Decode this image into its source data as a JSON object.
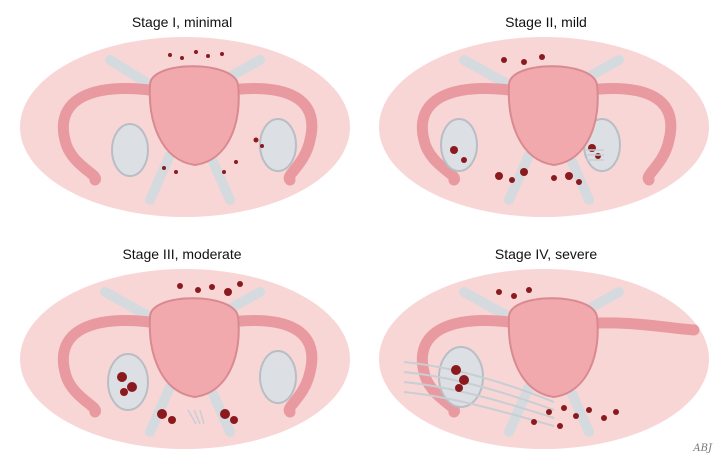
{
  "panels": [
    {
      "title": "Stage I, minimal"
    },
    {
      "title": "Stage II, mild"
    },
    {
      "title": "Stage III, moderate"
    },
    {
      "title": "Stage IV, severe"
    }
  ],
  "signature": "ABJ",
  "colors": {
    "background_glow": "#f8d6d6",
    "uterus": "#f2a9ad",
    "uterus_edge": "#d98a90",
    "tube": "#e99aa0",
    "ovary": "#dcdfe3",
    "ligament": "#d5dadf",
    "lesion": "#8b1a1f",
    "adhesion": "#c9ced4"
  },
  "icons": [
    "uterus-icon",
    "ovary-icon",
    "fallopian-tube-icon",
    "lesion-icon",
    "adhesion-icon"
  ]
}
